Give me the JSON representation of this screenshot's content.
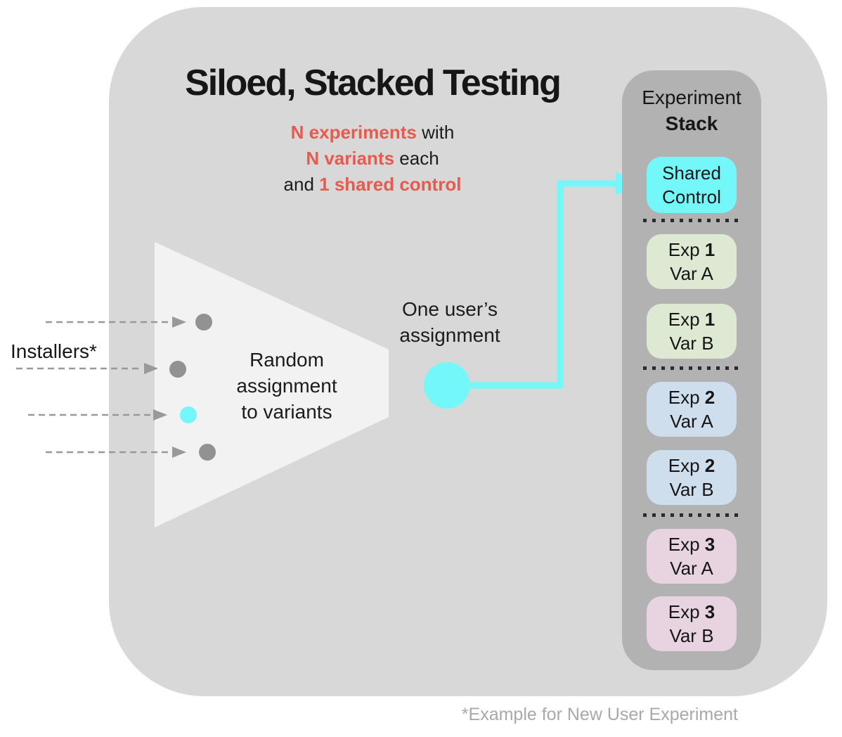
{
  "title": "Siloed, Stacked Testing",
  "subtitle": {
    "line1_highlight": "N experiments",
    "line1_rest": " with",
    "line2_highlight": "N variants",
    "line2_rest": " each",
    "line3_prefix": "and ",
    "line3_highlight": "1 shared control"
  },
  "labels": {
    "installers": "Installers*",
    "funnel_line1": "Random",
    "funnel_line2": "assignment",
    "funnel_line3": "to variants",
    "assignment_line1": "One user’s",
    "assignment_line2": "assignment",
    "footnote": "*Example for New User Experiment"
  },
  "stack": {
    "header_line1": "Experiment",
    "header_line2": "Stack",
    "shared_control": {
      "line1": "Shared",
      "line2": "Control",
      "color": "#74f7f8"
    },
    "boxes": [
      {
        "prefix": "Exp ",
        "num": "1",
        "variant": "Var A",
        "color": "#dde9d3"
      },
      {
        "prefix": "Exp ",
        "num": "1",
        "variant": "Var B",
        "color": "#dde9d3"
      },
      {
        "prefix": "Exp ",
        "num": "2",
        "variant": "Var A",
        "color": "#cfdeed"
      },
      {
        "prefix": "Exp ",
        "num": "2",
        "variant": "Var B",
        "color": "#cfdeed"
      },
      {
        "prefix": "Exp ",
        "num": "3",
        "variant": "Var A",
        "color": "#e7d4e0"
      },
      {
        "prefix": "Exp ",
        "num": "3",
        "variant": "Var B",
        "color": "#e7d4e0"
      }
    ]
  },
  "colors": {
    "accent_cyan": "#74f7f8",
    "highlight_red": "#e8594e",
    "container_gray": "#d8d8d8",
    "panel_gray": "#b2b2b2",
    "funnel_gray": "#f2f2f2",
    "dot_gray": "#929292",
    "dashed_arrow_gray": "#999999",
    "footnote_gray": "#a9a9a9"
  }
}
